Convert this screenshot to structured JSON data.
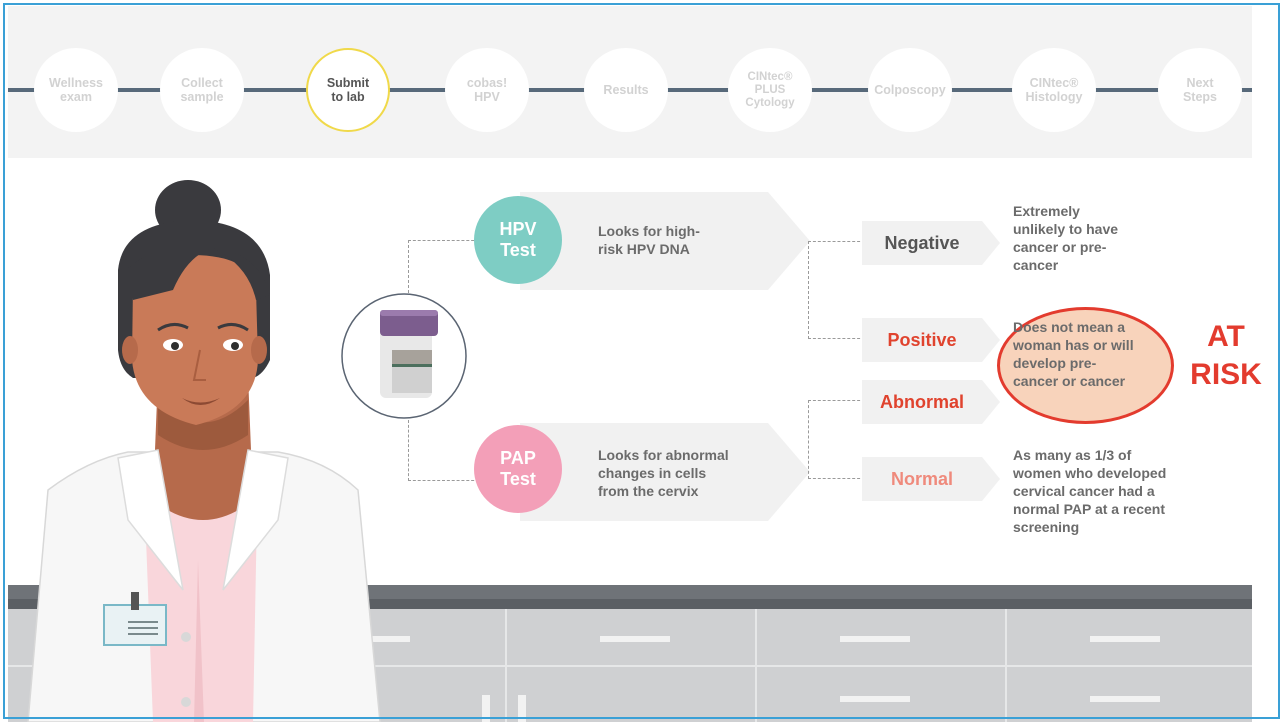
{
  "steps": [
    {
      "label": "Wellness\nexam",
      "active": false
    },
    {
      "label": "Collect\nsample",
      "active": false
    },
    {
      "label": "Submit\nto lab",
      "active": true
    },
    {
      "label": "cobas!\nHPV",
      "active": false
    },
    {
      "label": "Results",
      "active": false
    },
    {
      "label": "CINtec®\nPLUS\nCytology",
      "active": false
    },
    {
      "label": "Colposcopy",
      "active": false
    },
    {
      "label": "CINtec®\nHistology",
      "active": false
    },
    {
      "label": "Next\nSteps",
      "active": false
    }
  ],
  "hpv": {
    "title": "HPV\nTest",
    "description": "Looks for high-\nrisk HPV DNA",
    "color": "#7ecdc4"
  },
  "pap": {
    "title": "PAP\nTest",
    "description": "Looks for abnormal\nchanges in cells\nfrom the cervix",
    "color": "#f39fb8"
  },
  "results": {
    "negative": {
      "label": "Negative",
      "color": "#555555"
    },
    "positive": {
      "label": "Positive",
      "color": "#e0432e"
    },
    "abnormal": {
      "label": "Abnormal",
      "color": "#e0432e"
    },
    "normal": {
      "label": "Normal",
      "color": "#ef8a7c"
    }
  },
  "notes": {
    "negative": "Extremely\nunlikely to have\ncancer or pre-\ncancer",
    "positive": "Does not mean a\nwoman has or will\ndevelop pre-\ncancer or cancer",
    "normal": "As many as 1/3 of\nwomen who developed\ncervical cancer had a\nnormal PAP at a recent\nscreening"
  },
  "risk_label": "AT\nRISK",
  "colors": {
    "accent_border": "#3aa0d6",
    "active_step": "#f0d94a",
    "risk": "#e33b2e"
  }
}
